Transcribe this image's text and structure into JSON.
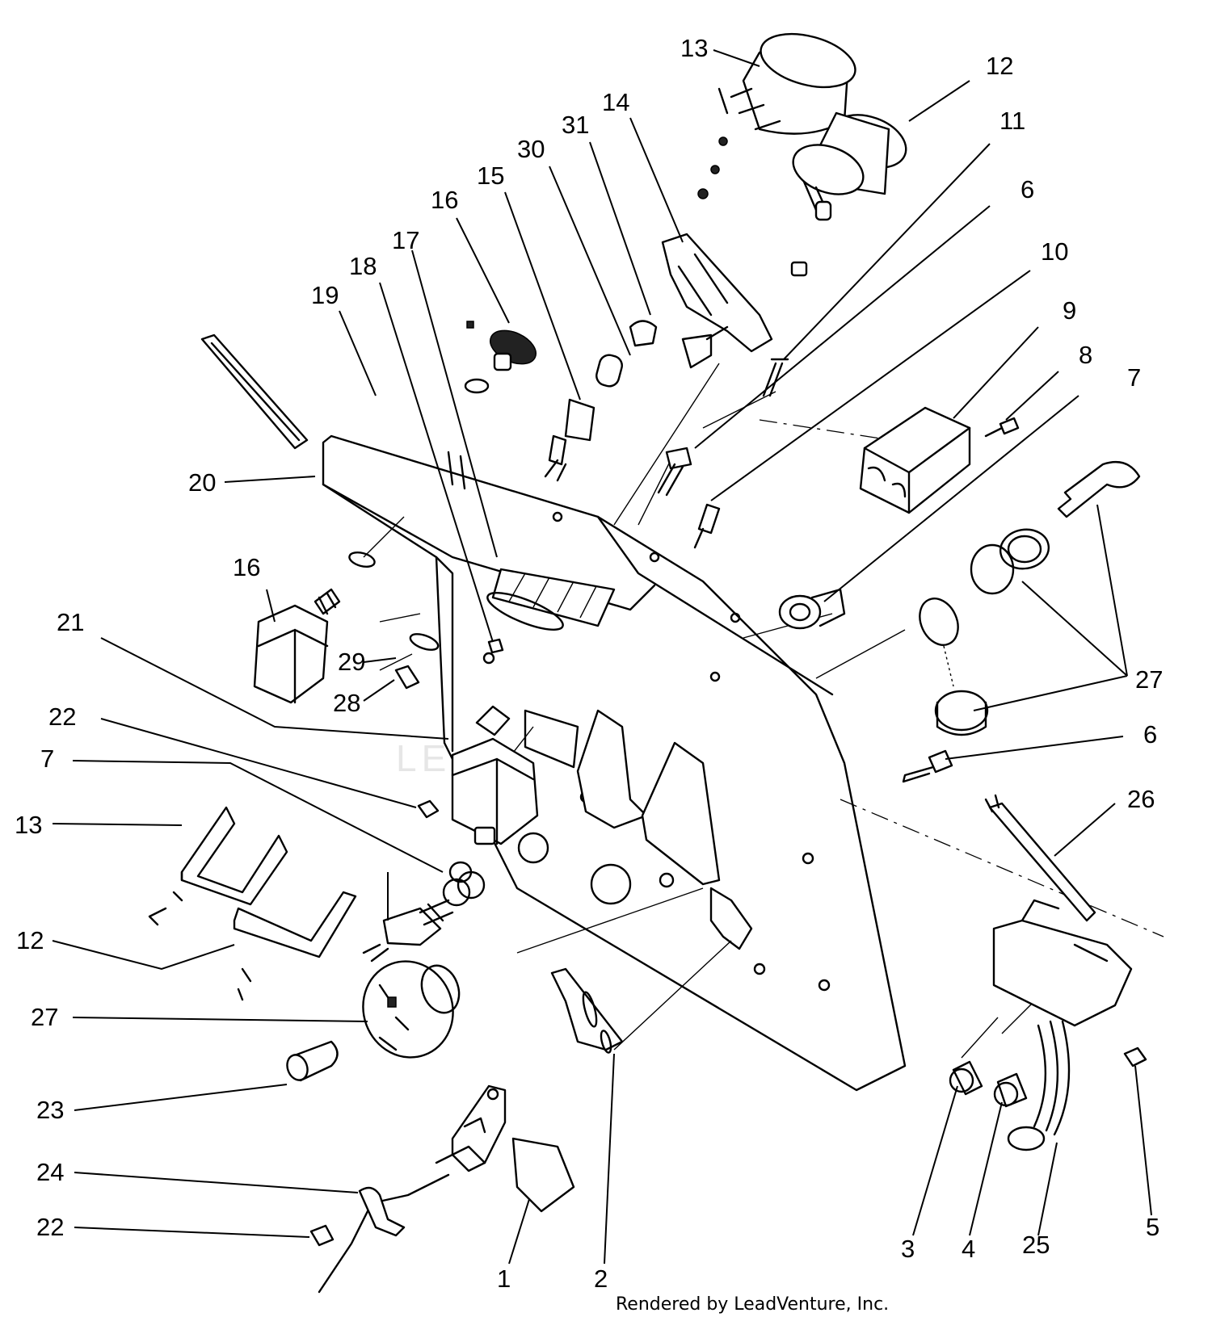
{
  "credit": "Rendered by LeadVenture, Inc.",
  "watermark": "LEADVENTURE",
  "callouts": [
    {
      "label": "13"
    },
    {
      "label": "12"
    },
    {
      "label": "14"
    },
    {
      "label": "31"
    },
    {
      "label": "11"
    },
    {
      "label": "30"
    },
    {
      "label": "15"
    },
    {
      "label": "16"
    },
    {
      "label": "6"
    },
    {
      "label": "17"
    },
    {
      "label": "10"
    },
    {
      "label": "18"
    },
    {
      "label": "19"
    },
    {
      "label": "9"
    },
    {
      "label": "8"
    },
    {
      "label": "7"
    },
    {
      "label": "20"
    },
    {
      "label": "16"
    },
    {
      "label": "21"
    },
    {
      "label": "29"
    },
    {
      "label": "27"
    },
    {
      "label": "28"
    },
    {
      "label": "22"
    },
    {
      "label": "6"
    },
    {
      "label": "7"
    },
    {
      "label": "26"
    },
    {
      "label": "13"
    },
    {
      "label": "12"
    },
    {
      "label": "27"
    },
    {
      "label": "23"
    },
    {
      "label": "24"
    },
    {
      "label": "22"
    },
    {
      "label": "1"
    },
    {
      "label": "2"
    },
    {
      "label": "3"
    },
    {
      "label": "4"
    },
    {
      "label": "25"
    },
    {
      "label": "5"
    }
  ]
}
